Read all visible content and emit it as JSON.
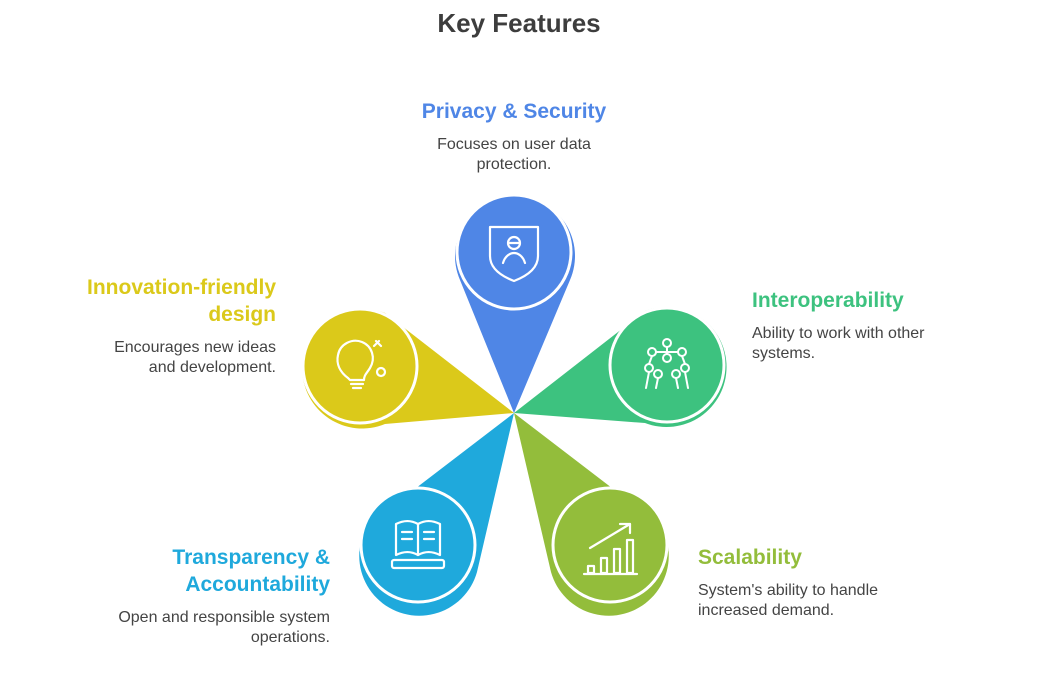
{
  "title": "Key Features",
  "features": [
    {
      "id": "privacy",
      "title": "Privacy & Security",
      "description": "Focuses on user data protection.",
      "icon": "shield-user-icon",
      "color": "#4f86e6"
    },
    {
      "id": "interop",
      "title": "Interoperability",
      "description": "Ability to work with other systems.",
      "icon": "network-nodes-icon",
      "color": "#3dc27f"
    },
    {
      "id": "scalability",
      "title": "Scalability",
      "description": "System's ability to handle increased demand.",
      "icon": "growth-chart-icon",
      "color": "#93bd3b"
    },
    {
      "id": "transparency",
      "title": "Transparency & Accountability",
      "description": "Open and responsible system operations.",
      "icon": "open-book-icon",
      "color": "#1fa9dc"
    },
    {
      "id": "innovation",
      "title": "Innovation-friendly design",
      "description": "Encourages new ideas and development.",
      "icon": "lightbulb-icon",
      "color": "#dbc91a"
    }
  ]
}
